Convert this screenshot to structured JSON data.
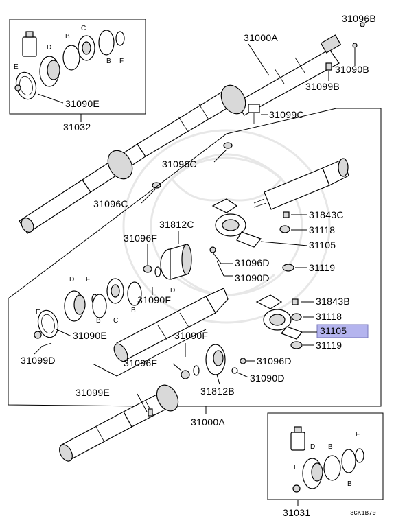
{
  "labels": {
    "shaft_assembly_top": "31000A",
    "shaft_assembly_bottom": "31000A",
    "kit_top": "31032",
    "kit_bottom": "31031",
    "bolt_31096B": "31096B",
    "bolt_31090B": "31090B",
    "bolt_31099B": "31099B",
    "bolt_31099C": "31099C",
    "nut_31096C_a": "31096C",
    "nut_31096C_b": "31096C",
    "gasket_31090E_top": "31090E",
    "gasket_31090E_mid": "31090E",
    "flange_31812C": "31812C",
    "nut_31096F_a": "31096F",
    "nut_31096F_b": "31096F",
    "washer_31090F_a": "31090F",
    "washer_31090F_b": "31090F",
    "nut_31096D_a": "31096D",
    "nut_31096D_b": "31096D",
    "washer_31090D_a": "31090D",
    "washer_31090D_b": "31090D",
    "bolt_31843C": "31843C",
    "bolt_31843B": "31843B",
    "bushing_31118_a": "31118",
    "bushing_31118_b": "31118",
    "bearing_31105_a": "31105",
    "bearing_31105_b": "31105",
    "washer_31119_a": "31119",
    "washer_31119_b": "31119",
    "bolt_31099D": "31099D",
    "bolt_31099E": "31099E",
    "flange_31812B": "31812B",
    "diagram_code": "3GK1B70"
  },
  "letters": {
    "A_boot": "C",
    "B1": "B",
    "B2": "B",
    "C": "C",
    "D": "D",
    "E": "E",
    "F": "F",
    "mid_D": "D",
    "mid_F": "F",
    "mid_B1": "B",
    "mid_C": "C",
    "mid_B2": "B",
    "mid_E": "E",
    "mid_D2": "D",
    "bot_D": "D",
    "bot_B1": "B",
    "bot_F": "F",
    "bot_E": "E",
    "bot_B2": "B"
  },
  "highlight_color": "#b4b4ee"
}
